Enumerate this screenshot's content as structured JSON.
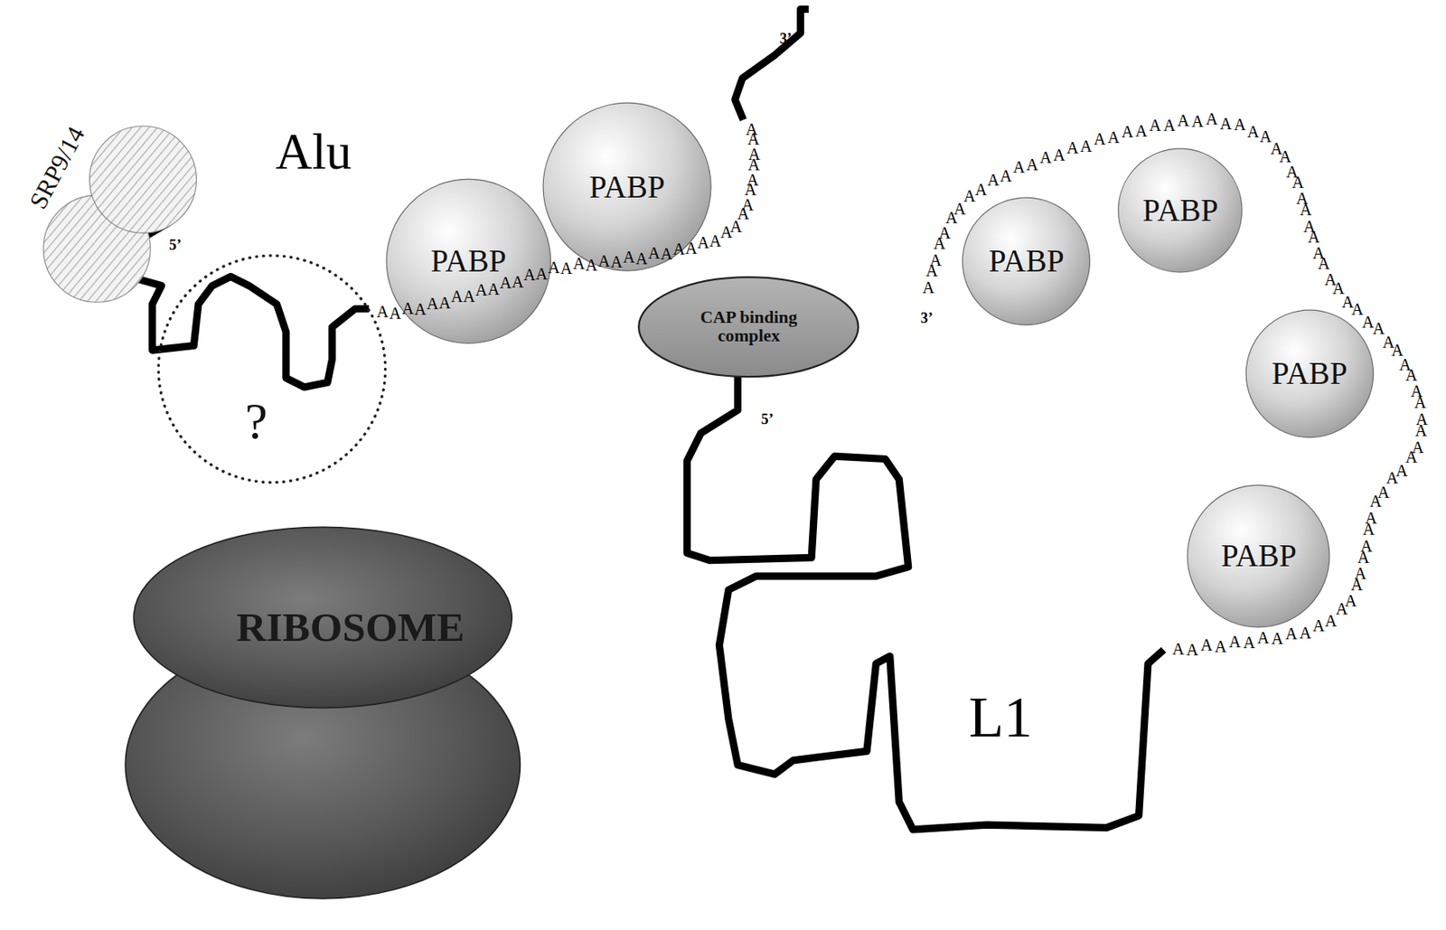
{
  "diagram": {
    "nodes": [
      {
        "text": [
          "SRP9/14"
        ]
      },
      {
        "text": [
          "?"
        ]
      },
      {
        "text": [
          "PABP"
        ]
      },
      {
        "text": [
          "PABP"
        ]
      },
      {
        "text": [
          "CAP binding complex"
        ]
      },
      {
        "text": [
          "PABP"
        ]
      },
      {
        "text": [
          "PABP"
        ]
      },
      {
        "text": [
          "PABP"
        ]
      },
      {
        "text": [
          "PABP"
        ]
      },
      {
        "text": [
          "RIBOSOME"
        ]
      }
    ],
    "labels": [
      "Alu",
      "5’",
      "3’",
      "5’",
      "3’",
      "L1",
      "AAAAAAAAAAAAAAAAAAAAAAAAAAAAAAAAAAAAAA",
      "AAAAAAAAAAAAAAAAAAAAAAAAAAAAAAAAAAAAAAAAAAAAAAAAAAAAAAAAAAAAAAAAAAAAAAAAAAAAAAAA"
    ]
  }
}
